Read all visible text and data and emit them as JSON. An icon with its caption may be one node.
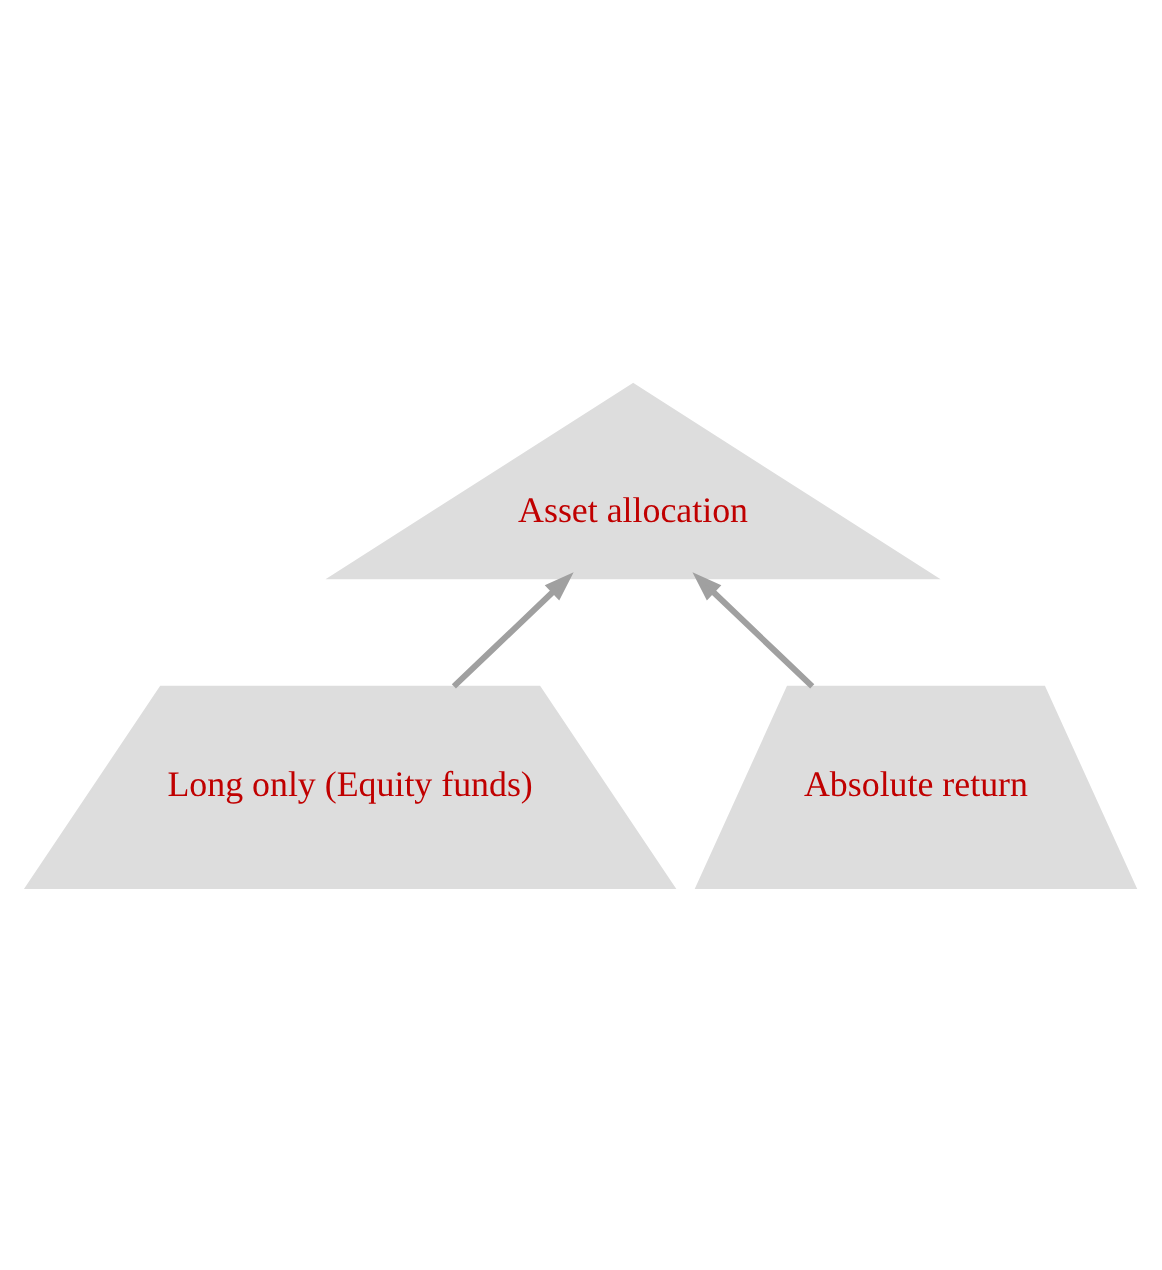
{
  "diagram": {
    "nodes": [
      {
        "text": [
          "Asset allocation"
        ]
      },
      {
        "text": [
          "Long only (Equity funds)"
        ]
      },
      {
        "text": [
          "Absolute return"
        ]
      }
    ],
    "edges": [
      {
        "from": 1,
        "to": 0,
        "arrow": "to"
      },
      {
        "from": 2,
        "to": 0,
        "arrow": "to"
      }
    ]
  }
}
